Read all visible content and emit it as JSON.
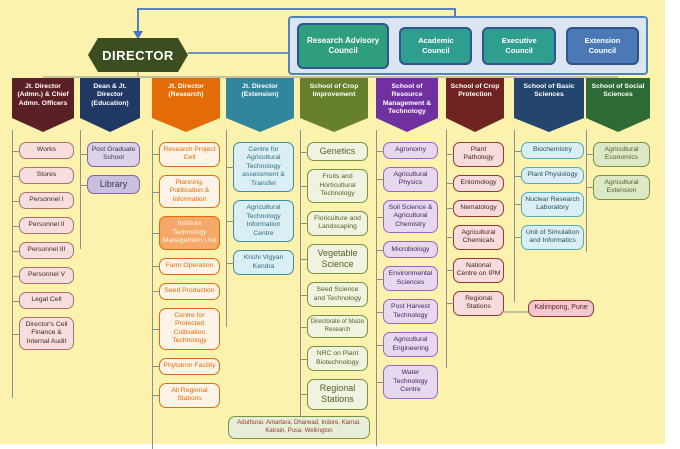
{
  "director": {
    "label": "DIRECTOR"
  },
  "councils": {
    "items": [
      {
        "label": "Research Advisory Council",
        "color": "#2e9e7d"
      },
      {
        "label": "Academic Council",
        "color": "#2e9e8e"
      },
      {
        "label": "Executive Council",
        "color": "#2e9e8e"
      },
      {
        "label": "Extension Council",
        "color": "#4b79b5"
      }
    ]
  },
  "columns": [
    {
      "id": "administration",
      "header": "Jt. Director (Admn.) & Chief Admn. Officers",
      "colors": {
        "header": "#5a2026",
        "box_bg": "#f7dede",
        "box_border": "#b06d72",
        "box_text": "#432427"
      },
      "boxes": [
        "Works",
        "Stores",
        "Personnel I",
        "Personnel II",
        "Personnel III",
        "Personnel V",
        "Legal Cell",
        "Director's Cell Finance & Internal Audit"
      ]
    },
    {
      "id": "education",
      "header": "Dean & Jt. Director (Education)",
      "colors": {
        "header": "#203864",
        "box_bg": "#ddd3e8",
        "box_border": "#8064a2",
        "box_text": "#3f3151"
      },
      "boxes": [
        "Post Graduate School",
        {
          "label": "Library",
          "variant": "lg",
          "bg": "#cbbfdf"
        }
      ]
    },
    {
      "id": "research",
      "header": "Jt. Director (Research)",
      "colors": {
        "header": "#e36c09",
        "box_bg": "#fdf3e7",
        "box_border": "#e36c09",
        "box_text": "#e36c09"
      },
      "boxes": [
        "Research Project Cell",
        "Planning, Publication & Information",
        {
          "label": "Institute Technology Management Unit",
          "bg": "#f4a96a",
          "text": "#fff3e2"
        },
        "Farm Operation",
        "Seed Production",
        "Centre for Protected Cultivation Technology",
        "Phytotron Facility",
        "All Regional Stations"
      ]
    },
    {
      "id": "extension",
      "header": "Jt. Director (Extension)",
      "colors": {
        "header": "#31859c",
        "box_bg": "#daeef3",
        "box_border": "#3b8ba2",
        "box_text": "#2a7187"
      },
      "boxes": [
        "Centre for Agricultural Technology assessment & Transfer",
        "Agricultural Technology Information Centre",
        "Krishi Vigyan Kendra"
      ]
    },
    {
      "id": "crop-improvement",
      "header": "School of Crop Improvement",
      "colors": {
        "header": "#66802d",
        "box_bg": "#eff3e0",
        "box_border": "#77933c",
        "box_text": "#4f6228"
      },
      "boxes": [
        {
          "label": "Genetics",
          "variant": "lg"
        },
        "Fruits and Horticultural Technology",
        "Floriculture and Landscaping",
        {
          "label": "Vegetable Science",
          "variant": "lg"
        },
        "Seed Science and Technology",
        {
          "label": "Directorate of Maize Research",
          "variant": "sm"
        },
        "NRC on Plant Biotechnology",
        {
          "label": "Regional Stations",
          "variant": "lg"
        }
      ]
    },
    {
      "id": "resource-management",
      "header": "School of Resource Management & Technology",
      "colors": {
        "header": "#7030a0",
        "box_bg": "#e6d9ef",
        "box_border": "#9f63c5",
        "box_text": "#43245e"
      },
      "boxes": [
        "Agronomy",
        "Agricultural Physics",
        "Soil Science & Agricultural Chemistry",
        "Microbiology",
        "Environmental Sciences",
        "Post Harvest Technology",
        "Agricultural Engineering",
        "Water Technology Centre"
      ]
    },
    {
      "id": "crop-protection",
      "header": "School of Crop Protection",
      "colors": {
        "header": "#6f2421",
        "box_bg": "#f6dcdc",
        "box_border": "#953735",
        "box_text": "#4b2220"
      },
      "boxes": [
        "Plant Pathology",
        "Entomology",
        "Nematology",
        "Agricultural Chemicals",
        "National Centre on IPM",
        "Regional Stations"
      ]
    },
    {
      "id": "basic-sciences",
      "header": "School of Basic Sciences",
      "colors": {
        "header": "#24456e",
        "box_bg": "#dbeef3",
        "box_border": "#4bacc6",
        "box_text": "#1f4e5f"
      },
      "boxes": [
        "Biochemistry",
        "Plant Physiology",
        "Nuclear Research Laboratory",
        "Unit of Simulation and Informatics"
      ]
    },
    {
      "id": "social-sciences",
      "header": "School of Social Sciences",
      "colors": {
        "header": "#2d6a35",
        "box_bg": "#dde8c6",
        "box_border": "#77933c",
        "box_text": "#4f6228"
      },
      "boxes": [
        "Agricultural Economics",
        "Agricultural Extension"
      ]
    }
  ],
  "extras": {
    "kalimpong": {
      "label": "Kalimpong, Pune",
      "bg": "#f2c7d0",
      "border": "#953735",
      "text": "#632423"
    },
    "stations_list": {
      "label": "Aduthurai, Amartara, Dharwad, Indore, Karnal, Katrain, Pusa, Wellington",
      "bg": "#e7eed8",
      "border": "#77933c",
      "text": "#943634"
    }
  },
  "connector_colors": {
    "blue": "#4472c4",
    "gray": "#8f8f8f"
  }
}
